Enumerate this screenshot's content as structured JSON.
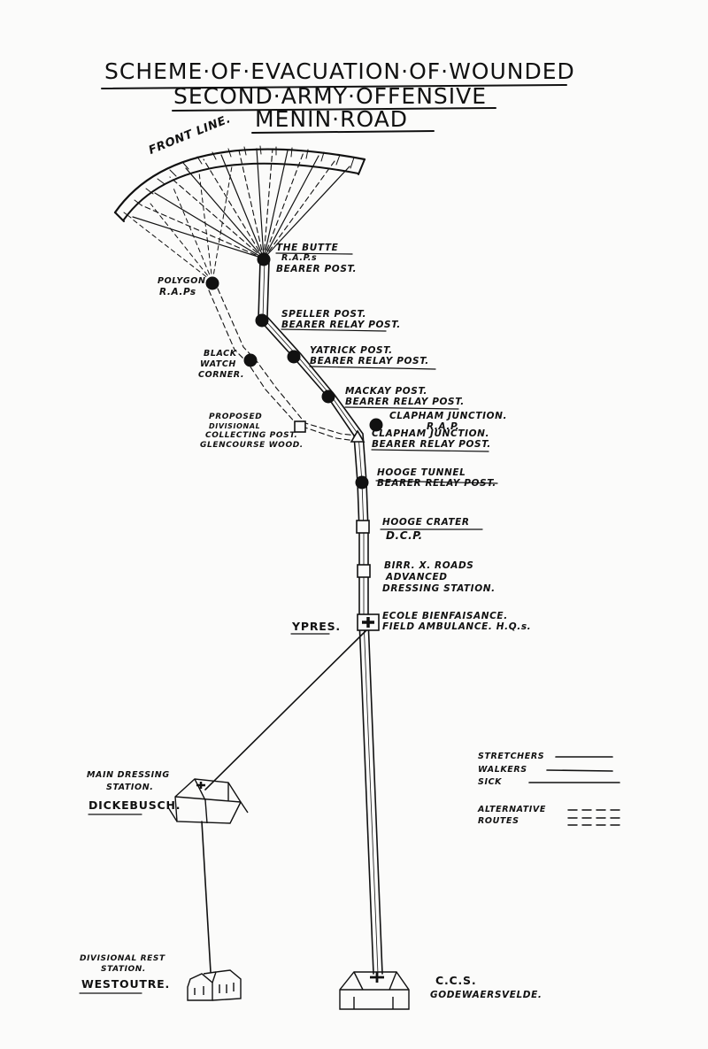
{
  "title": {
    "line1": "SCHEME·OF·EVACUATION·OF·WOUNDED",
    "line2": "SECOND·ARMY·OFFENSIVE",
    "line3": "MENIN·ROAD"
  },
  "front_line": "FRONT LINE.",
  "posts": {
    "butte": [
      "THE BUTTE",
      "R.A.P.s",
      "BEARER POST."
    ],
    "polygon": [
      "POLYGON",
      "R.A.Ps"
    ],
    "speller": [
      "SPELLER POST.",
      "BEARER RELAY POST."
    ],
    "black_watch": [
      "BLACK",
      "WATCH",
      "CORNER."
    ],
    "yatrick": [
      "YATRICK POST.",
      "BEARER RELAY POST."
    ],
    "mackay": [
      "MACKAY POST.",
      "BEARER RELAY POST."
    ],
    "clapham_rap": [
      "CLAPHAM JUNCTION.",
      "R.A.P."
    ],
    "proposed": [
      "PROPOSED",
      "DIVISIONAL",
      "COLLECTING POST.",
      "GLENCOURSE WOOD."
    ],
    "clapham_relay": [
      "CLAPHAM JUNCTION.",
      "BEARER RELAY POST."
    ],
    "hooge_tunnel": [
      "HOOGE TUNNEL",
      "BEARER RELAY POST."
    ],
    "hooge_crater": [
      "HOOGE CRATER",
      "D.C.P."
    ],
    "birr": [
      "BIRR. X. ROADS",
      "ADVANCED",
      "DRESSING STATION."
    ],
    "ypres": "YPRES.",
    "ecole": [
      "ECOLE BIENFAISANCE.",
      "FIELD AMBULANCE. H.Q.s."
    ],
    "dickebusch": [
      "MAIN DRESSING",
      "STATION.",
      "DICKEBUSCH."
    ],
    "westoutre": [
      "DIVISIONAL REST",
      "STATION.",
      "WESTOUTRE."
    ],
    "ccs": [
      "C.C.S.",
      "GODEWAERSVELDE."
    ]
  },
  "legend": {
    "stretchers": "STRETCHERS",
    "walkers": "WALKERS",
    "sick": "SICK",
    "alternative": "ALTERNATIVE",
    "routes": "ROUTES"
  },
  "colors": {
    "ink": "#111111",
    "paper": "#fbfbfa"
  }
}
